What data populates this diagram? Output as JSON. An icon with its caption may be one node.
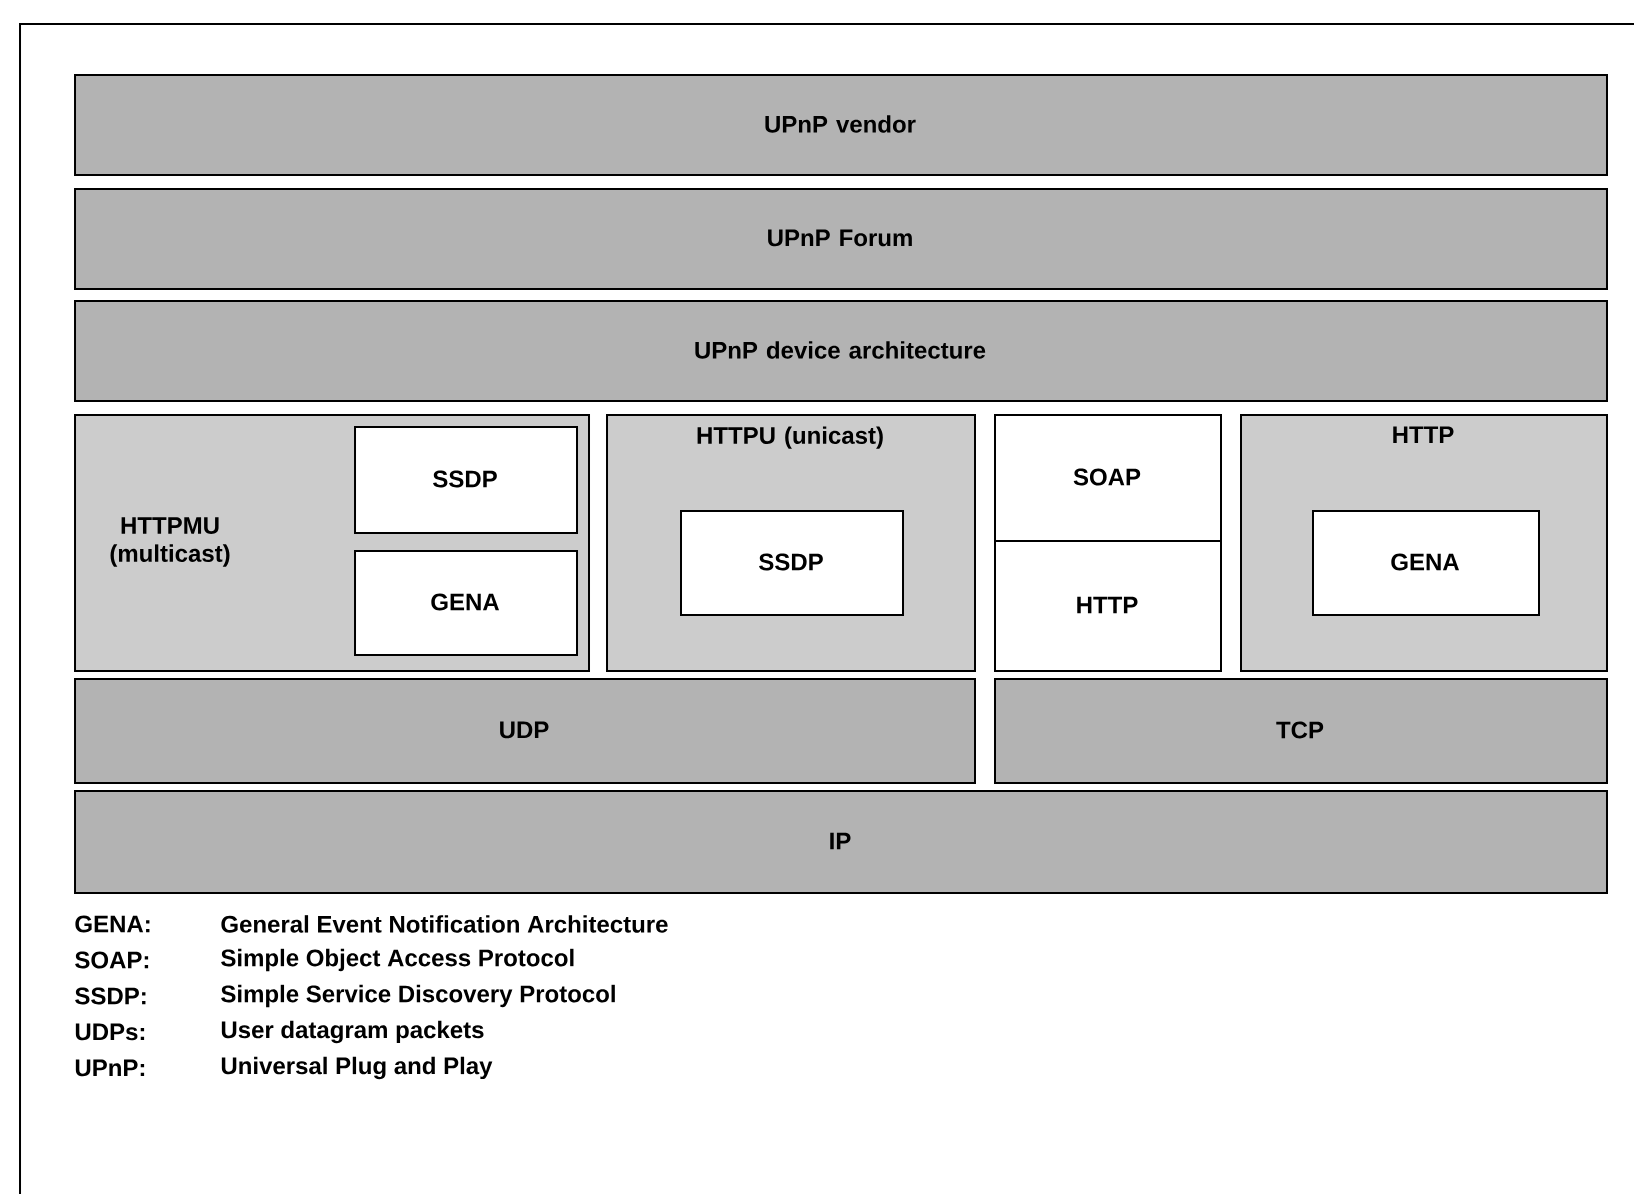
{
  "diagram": {
    "nodes": [
      {
        "text": [
          "UPnP vendor"
        ]
      },
      {
        "text": [
          "UPnP Forum"
        ]
      },
      {
        "text": [
          "UPnP device architecture"
        ]
      },
      {
        "text": [
          "HTTPMU (multicast)"
        ]
      },
      {
        "text": [
          "SSDP"
        ],
        "in": 3
      },
      {
        "text": [
          "GENA"
        ],
        "in": 3
      },
      {
        "text": [
          "HTTPU (unicast)"
        ]
      },
      {
        "text": [
          "SSDP"
        ],
        "in": 6
      },
      {
        "text": [
          "SOAP"
        ]
      },
      {
        "text": [
          "HTTP"
        ]
      },
      {
        "text": [
          "HTTP"
        ]
      },
      {
        "text": [
          "GENA"
        ],
        "in": 10
      },
      {
        "text": [
          "UDP"
        ]
      },
      {
        "text": [
          "TCP"
        ]
      },
      {
        "text": [
          "IP"
        ]
      }
    ],
    "edges": [],
    "labels": [
      "GENA:",
      "General Event Notification Architecture",
      "SOAP:",
      "Simple Object Access Protocol",
      "SSDP:",
      "Simple Service Discovery Protocol",
      "UDPs:",
      "User datagram packets",
      "UPnP:",
      "Universal Plug and Play"
    ]
  }
}
